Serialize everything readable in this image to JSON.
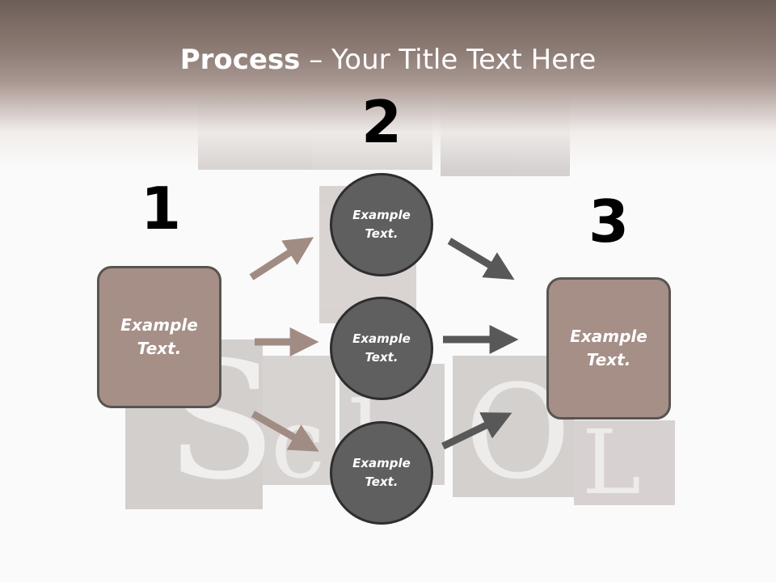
{
  "slide": {
    "title_bold": "Process",
    "title_rest": " – Your Title Text Here"
  },
  "steps": {
    "one": "1",
    "two": "2",
    "three": "3"
  },
  "left_box": {
    "line1": "Example",
    "line2": "Text."
  },
  "right_box": {
    "line1": "Example",
    "line2": "Text."
  },
  "circles": [
    {
      "line1": "Example",
      "line2": "Text."
    },
    {
      "line1": "Example",
      "line2": "Text."
    },
    {
      "line1": "Example",
      "line2": "Text."
    }
  ],
  "colors": {
    "box_fill": "#a58f87",
    "circle_fill": "#5f5f5f",
    "left_arrows": "#a18c84",
    "right_arrows": "#585858",
    "header": "#7b6a63"
  }
}
